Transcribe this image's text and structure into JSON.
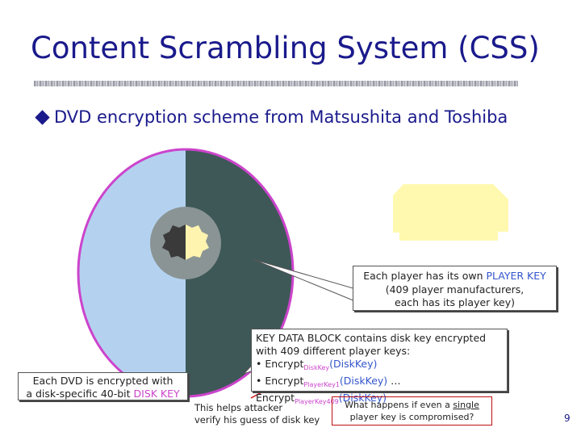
{
  "title": "Content Scrambling System (CSS)",
  "bullet": "DVD encryption scheme from Matsushita and Toshiba",
  "colors": {
    "title": "#1a1a8c",
    "disc_rim": "#cc44cc",
    "disc_light": "#b4d2f0",
    "disc_dark": "#3e5858",
    "hub": "#8a9494",
    "player_key": "#fff9b0"
  },
  "player_box": {
    "line1_prefix": "Each player has its own ",
    "line1_key": "PLAYER KEY",
    "line2": "(409 player manufacturers,",
    "line3": "each has its player key)"
  },
  "kdb_box": {
    "line1": "KEY DATA BLOCK contains disk key encrypted",
    "line2": "with 409 different player keys:",
    "item1_func": "• Encrypt",
    "item1_sub": "DiskKey",
    "item1_arg": "(DiskKey)",
    "item2_func": "• Encrypt",
    "item2_sub": "PlayerKey1",
    "item2_arg": "(DiskKey)",
    "item2_ellipsis": " … Encrypt",
    "item2_sub2": "PlayerKey409",
    "item2_arg2": "(DiskKey)"
  },
  "dvd_box": {
    "line1": "Each DVD is encrypted with",
    "line2_prefix": "a disk-specific 40-bit ",
    "line2_key": "DISK KEY"
  },
  "attacker_note": {
    "line1": "This helps attacker",
    "line2": "verify his guess of disk key"
  },
  "question": {
    "line1_prefix": "What happens if even a ",
    "line1_u": "single",
    "line2": "player key is compromised?"
  },
  "page_number": "9"
}
